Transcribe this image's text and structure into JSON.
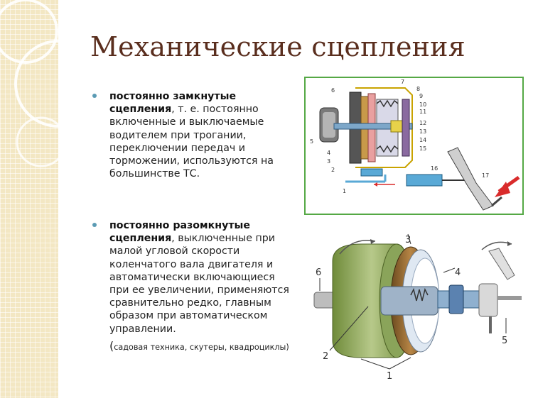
{
  "slide": {
    "title": "Механические сцепления",
    "bullets": [
      {
        "bold": "постоянно замкнутые сцепления",
        "rest": ", т. е. постоянно включенные и выключаемые водителем при трогании, переключении передач и торможении, используются на большинстве ТС."
      },
      {
        "bold": "постоянно разомкнутые сцепления",
        "rest": ", выключенные при малой угловой скорости коленчатого вала двигателя и автоматически включающиеся при ее увеличении, применяются сравнительно редко, главным образом при автоматическом управлении."
      }
    ],
    "note": {
      "open": "(",
      "text": "садовая техника, скутеры, квадроциклы)"
    }
  },
  "diagram_top": {
    "labels": [
      "1",
      "2",
      "3",
      "4",
      "5",
      "6",
      "7",
      "8",
      "9",
      "10",
      "11",
      "12",
      "13",
      "14",
      "15",
      "16",
      "17"
    ]
  },
  "diagram_bottom": {
    "labels": [
      "1",
      "2",
      "3",
      "4",
      "5",
      "6"
    ]
  },
  "colors": {
    "title": "#5a2e1e",
    "bullet": "#5b9bb4",
    "frame": "#55a845",
    "strip": "#f3e7c3"
  }
}
